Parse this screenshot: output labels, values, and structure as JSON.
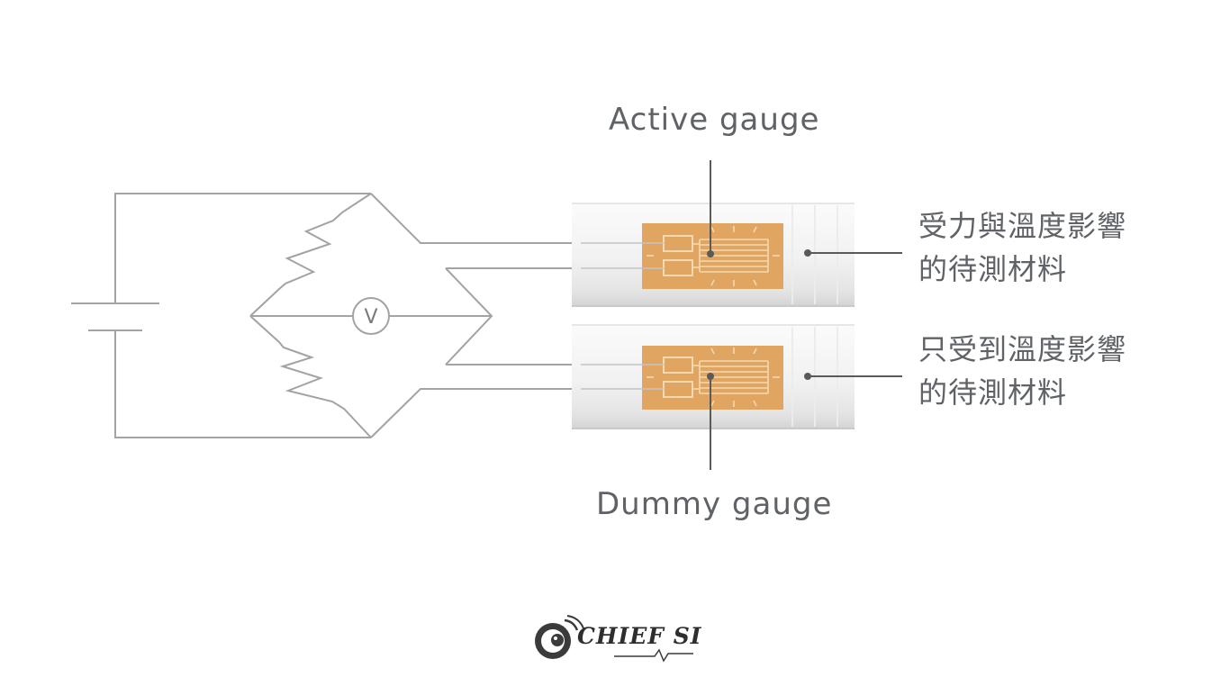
{
  "labels": {
    "active_gauge": "Active gauge",
    "dummy_gauge": "Dummy gauge",
    "active_material_line1": "受力與溫度影響",
    "active_material_line2": "的待測材料",
    "dummy_material_line1": "只受到溫度影響",
    "dummy_material_line2": "的待測材料",
    "voltmeter": "V"
  },
  "logo": {
    "text": "CHIEF SI"
  },
  "colors": {
    "wire": "#a3a3a3",
    "text": "#5f6266",
    "gauge_fill": "#e1a562",
    "gauge_foil": "#f3d9b2",
    "pointer": "#5a5a5a",
    "material_light": "#f8f8f8",
    "material_dark": "#d7d7d7"
  }
}
